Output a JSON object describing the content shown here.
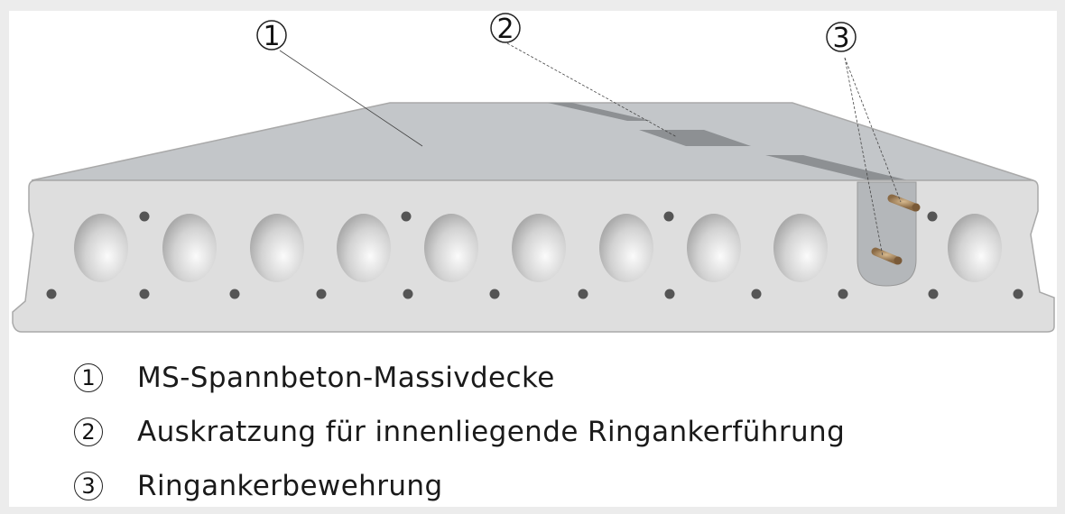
{
  "callouts": [
    "1",
    "2",
    "3"
  ],
  "legend": [
    {
      "num": "1",
      "text": "MS-Spannbeton-Massivdecke"
    },
    {
      "num": "2",
      "text": "Auskratzung für innenliegende Ringankerführung"
    },
    {
      "num": "3",
      "text": "Ringankerbewehrung"
    }
  ],
  "colors": {
    "slab_front": "#dedede",
    "slab_top": "#c3c6c9",
    "outline": "#a9a9a9",
    "hole_shade": "#a6a6a6",
    "strand_dot": "#555555",
    "recess": "#8a8d90",
    "rebar": "#b09066"
  }
}
